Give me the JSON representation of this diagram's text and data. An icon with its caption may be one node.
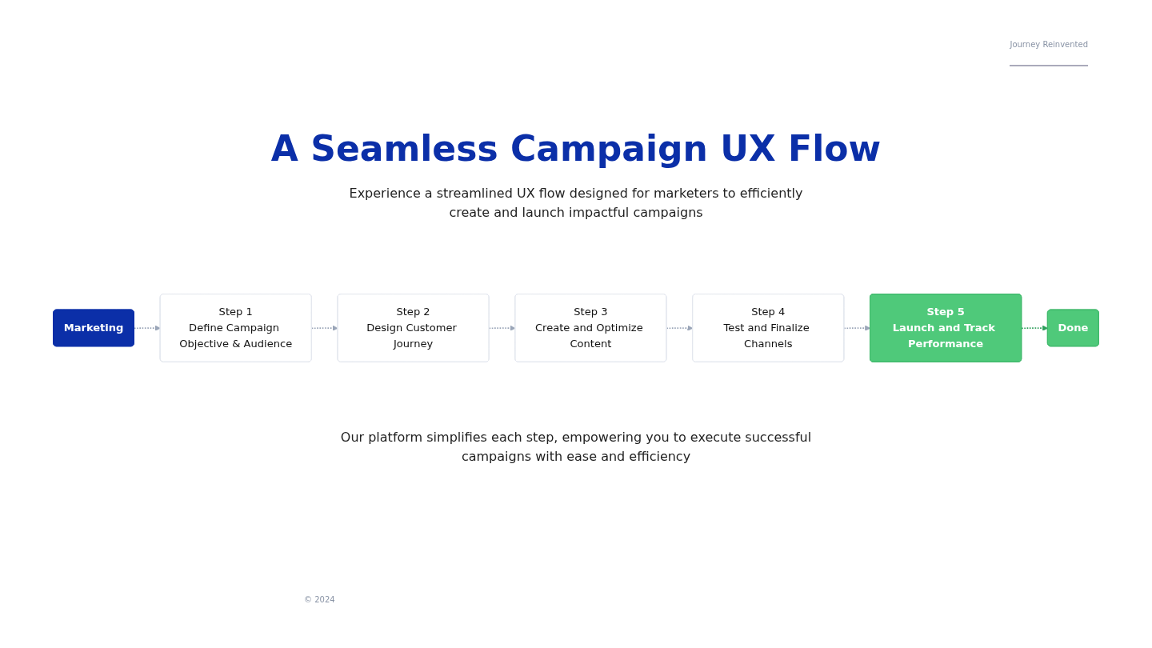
{
  "diagram": {
    "title": "A Seamless Campaign UX Flow",
    "nodes": [
      {
        "text": [
          "Marketing"
        ]
      },
      {
        "text": [
          "Step 1",
          "Define Campaign Objective & Audience"
        ]
      },
      {
        "text": [
          "Step 2",
          "Design Customer Journey"
        ]
      },
      {
        "text": [
          "Step 3",
          "Create and Optimize Content"
        ]
      },
      {
        "text": [
          "Step 4",
          "Test and Finalize Channels"
        ]
      },
      {
        "text": [
          "Step 5",
          "Launch and Track Performance"
        ]
      },
      {
        "text": [
          "Done"
        ]
      }
    ],
    "edges": [
      {
        "from": 0,
        "to": 1,
        "arrow": "to",
        "style": "dashed"
      },
      {
        "from": 1,
        "to": 2,
        "arrow": "to",
        "style": "dashed"
      },
      {
        "from": 2,
        "to": 3,
        "arrow": "to",
        "style": "dashed"
      },
      {
        "from": 3,
        "to": 4,
        "arrow": "to",
        "style": "dashed"
      },
      {
        "from": 4,
        "to": 5,
        "arrow": "to",
        "style": "dashed"
      },
      {
        "from": 5,
        "to": 6,
        "arrow": "to",
        "style": "dashed",
        "color": "#2e9e5b"
      }
    ],
    "labels": [
      "Journey Reinvented",
      "Experience a streamlined UX flow designed for marketers to efficiently create and launch impactful campaigns",
      "Our platform simplifies each step, empowering you to execute successful campaigns with ease and efficiency",
      "© 2024"
    ]
  }
}
